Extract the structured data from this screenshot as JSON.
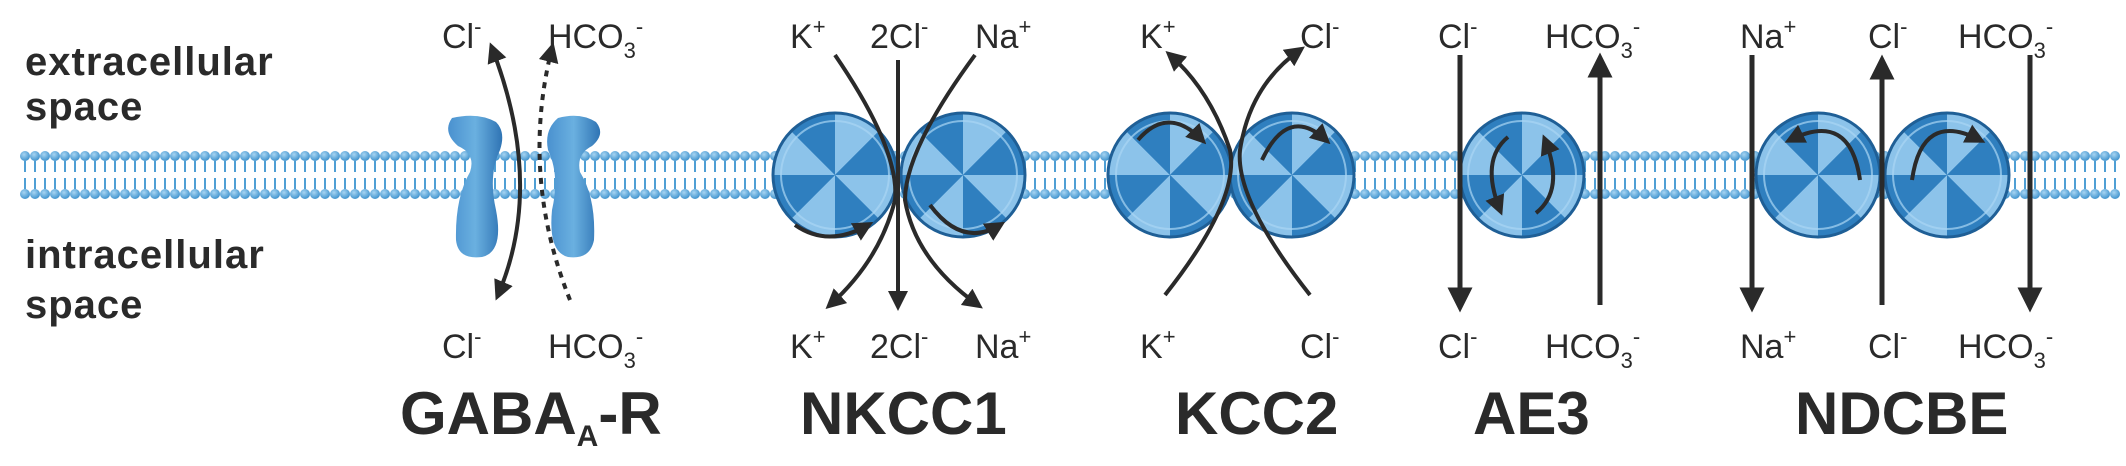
{
  "membrane": {
    "top_label_1": "extracellular",
    "top_label_2": "space",
    "bottom_label_1": "intracellular",
    "bottom_label_2": "space"
  },
  "transporters": {
    "gaba": {
      "name": "GABA",
      "name_sub": "A",
      "name_suffix": "-R",
      "out_left": "Cl",
      "out_left_sup": "-",
      "out_right": "HCO",
      "out_right_sub": "3",
      "out_right_sup": "-",
      "in_left": "Cl",
      "in_left_sup": "-",
      "in_right": "HCO",
      "in_right_sub": "3",
      "in_right_sup": "-"
    },
    "nkcc1": {
      "name": "NKCC1",
      "out_1": "K",
      "out_1_sup": "+",
      "out_2": "2Cl",
      "out_2_sup": "-",
      "out_3": "Na",
      "out_3_sup": "+",
      "in_1": "K",
      "in_1_sup": "+",
      "in_2": "2Cl",
      "in_2_sup": "-",
      "in_3": "Na",
      "in_3_sup": "+"
    },
    "kcc2": {
      "name": "KCC2",
      "out_1": "K",
      "out_1_sup": "+",
      "out_2": "Cl",
      "out_2_sup": "-",
      "in_1": "K",
      "in_1_sup": "+",
      "in_2": "Cl",
      "in_2_sup": "-"
    },
    "ae3": {
      "name": "AE3",
      "out_1": "Cl",
      "out_1_sup": "-",
      "out_2": "HCO",
      "out_2_sub": "3",
      "out_2_sup": "-",
      "in_1": "Cl",
      "in_1_sup": "-",
      "in_2": "HCO",
      "in_2_sub": "3",
      "in_2_sup": "-"
    },
    "ndcbe": {
      "name": "NDCBE",
      "out_1": "Na",
      "out_1_sup": "+",
      "out_2": "Cl",
      "out_2_sup": "-",
      "out_3": "HCO",
      "out_3_sub": "3",
      "out_3_sup": "-",
      "in_1": "Na",
      "in_1_sup": "+",
      "in_2": "Cl",
      "in_2_sup": "-",
      "in_3": "HCO",
      "in_3_sub": "3",
      "in_3_sup": "-"
    }
  },
  "colors": {
    "membrane": "#5aa8d8",
    "membrane_dark": "#2e7db5",
    "transporter_light": "#8cc3ea",
    "transporter_dark": "#2f7fbf",
    "arrow": "#2a2a2a"
  }
}
